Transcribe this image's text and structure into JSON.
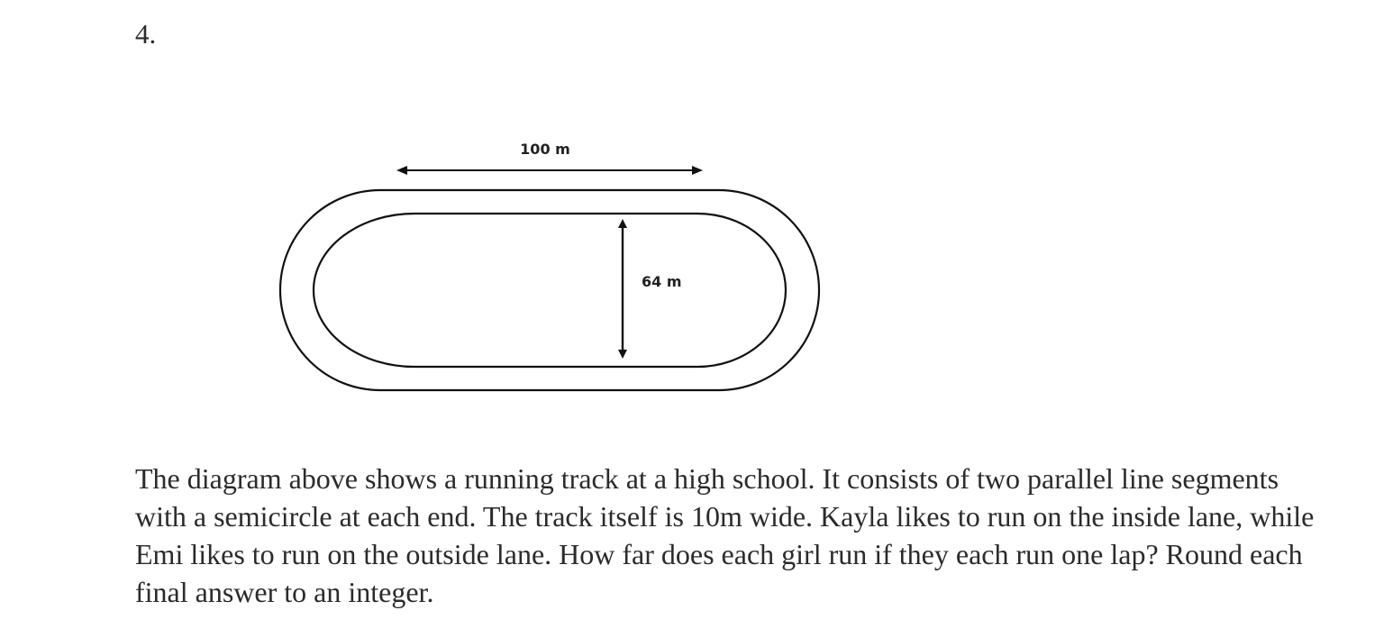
{
  "problem": {
    "number": "4."
  },
  "diagram": {
    "straight_length_label": "100 m",
    "inner_diameter_label": "64 m",
    "icons": [
      "running-track-outline",
      "double-arrow-horizontal",
      "double-arrow-vertical"
    ]
  },
  "question": {
    "text": "The diagram above shows a running track at a high school.  It consists of two parallel line segments with a semicircle at each end.  The track itself is 10m wide.  Kayla likes to run on the inside lane, while Emi likes to run on the outside lane.  How far does each girl run if they each run one lap?  Round each final answer to an integer."
  }
}
